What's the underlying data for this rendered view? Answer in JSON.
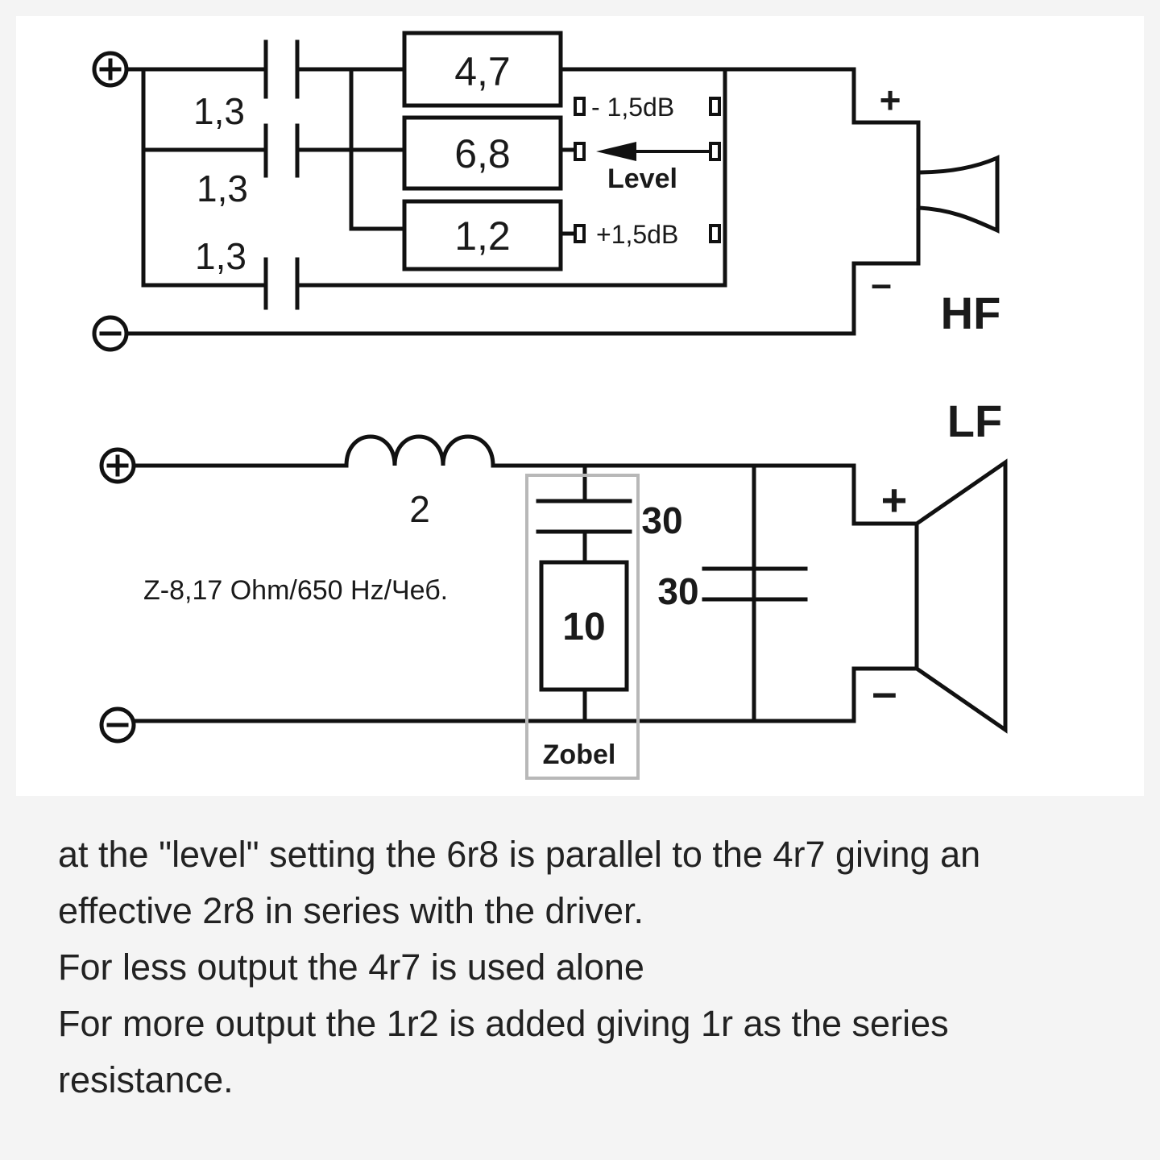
{
  "hf": {
    "caps": [
      "1,3",
      "1,3",
      "1,3"
    ],
    "resistors": [
      "4,7",
      "6,8",
      "1,2"
    ],
    "taps": [
      "- 1,5dB",
      "Level",
      "+1,5dB"
    ],
    "driver_label": "HF",
    "plus": "+",
    "minus": "–"
  },
  "lf": {
    "driver_label": "LF",
    "inductor": "2",
    "spec": "Z-8,17 Ohm/650 Hz/Чеб.",
    "zobel_cap": "30",
    "shunt_cap": "30",
    "zobel_res": "10",
    "zobel_label": "Zobel",
    "plus": "+",
    "minus": "–"
  },
  "note": {
    "lines": [
      "at the \"level\" setting the 6r8 is parallel to the 4r7 giving an",
      "effective 2r8 in series with the driver.",
      "For less output the 4r7 is used alone",
      "For more output the 1r2 is added giving 1r as the series",
      "resistance."
    ]
  }
}
